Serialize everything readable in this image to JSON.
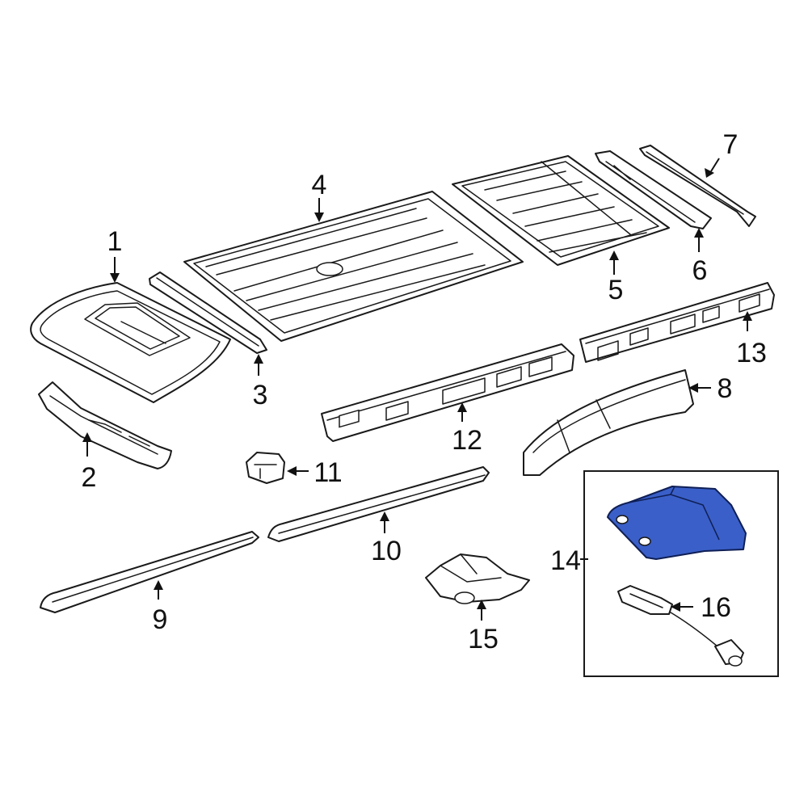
{
  "callouts": {
    "c1": "1",
    "c2": "2",
    "c3": "3",
    "c4": "4",
    "c5": "5",
    "c6": "6",
    "c7": "7",
    "c8": "8",
    "c9": "9",
    "c10": "10",
    "c11": "11",
    "c12": "12",
    "c13": "13",
    "c14": "14",
    "c15": "15",
    "c16": "16"
  },
  "colors": {
    "highlight": "#3a5fc8",
    "line": "#1a1a1a",
    "background": "#ffffff"
  },
  "highlighted_part": "14"
}
